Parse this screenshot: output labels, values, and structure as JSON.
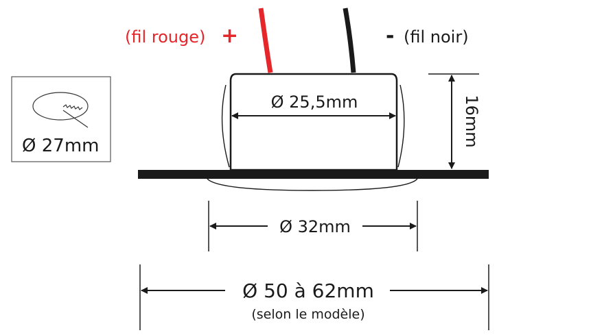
{
  "wires": {
    "positive_label": "(fil rouge)",
    "positive_sign": "+",
    "negative_sign": "-",
    "negative_label": "(fil noir)"
  },
  "cutout": {
    "diameter_label": "Ø 27mm"
  },
  "dimensions": {
    "body_diameter": "Ø 25,5mm",
    "height": "16mm",
    "bezel_diameter": "Ø 32mm",
    "overall_diameter": "Ø 50 à 62mm",
    "overall_note": "(selon le modèle)"
  },
  "colors": {
    "red_wire": "#e5262b",
    "black_wire": "#1a1a1a",
    "label_red": "#e5262b",
    "line": "#1a1a1a"
  }
}
